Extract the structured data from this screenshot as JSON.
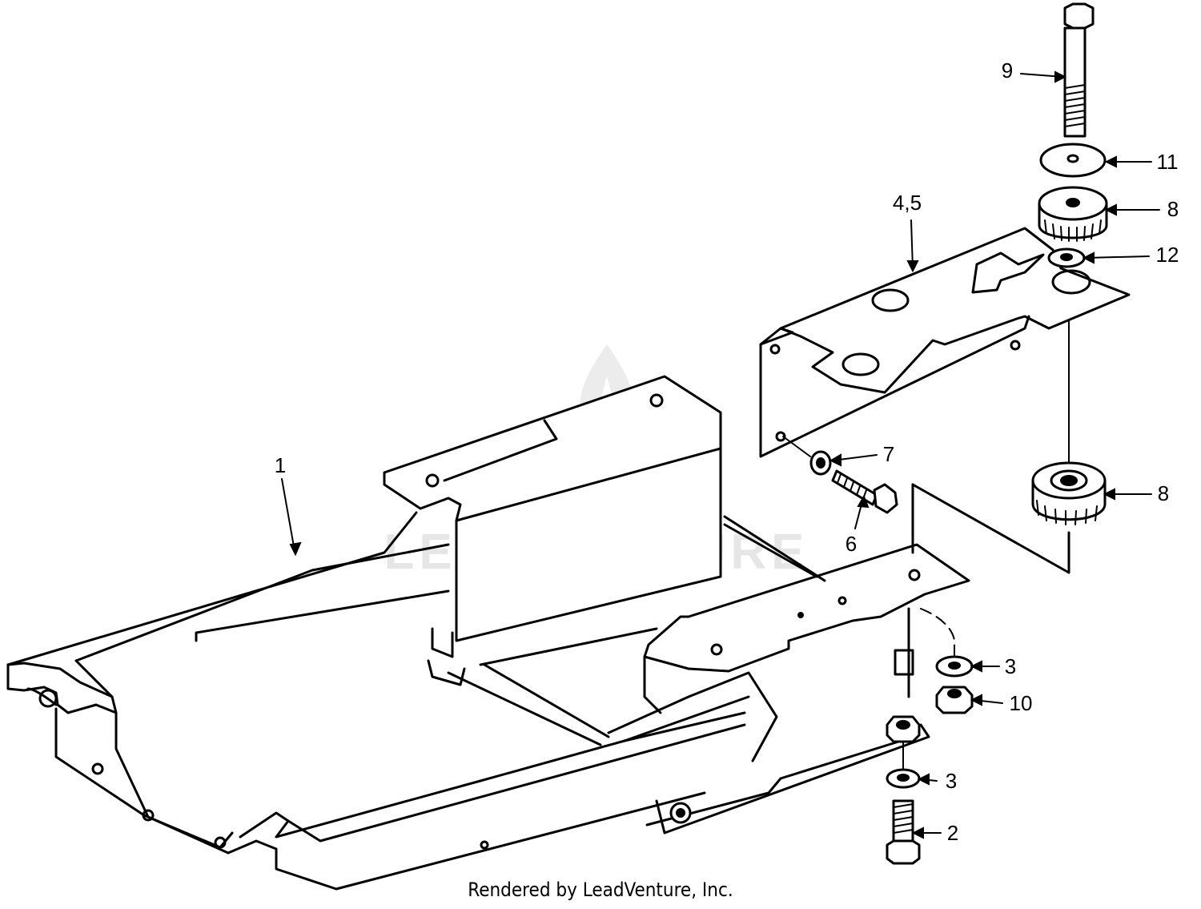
{
  "watermark": {
    "brand": "LEADVENTURE"
  },
  "callouts": [
    {
      "id": "c9",
      "text": "9"
    },
    {
      "id": "c11",
      "text": "11"
    },
    {
      "id": "c8a",
      "text": "8"
    },
    {
      "id": "c12",
      "text": "12"
    },
    {
      "id": "c45",
      "text": "4,5"
    },
    {
      "id": "c7",
      "text": "7"
    },
    {
      "id": "c6",
      "text": "6"
    },
    {
      "id": "c8b",
      "text": "8"
    },
    {
      "id": "c1",
      "text": "1"
    },
    {
      "id": "c3a",
      "text": "3"
    },
    {
      "id": "c10",
      "text": "10"
    },
    {
      "id": "c3b",
      "text": "3"
    },
    {
      "id": "c2",
      "text": "2"
    }
  ],
  "footer": {
    "text": "Rendered by LeadVenture, Inc."
  }
}
